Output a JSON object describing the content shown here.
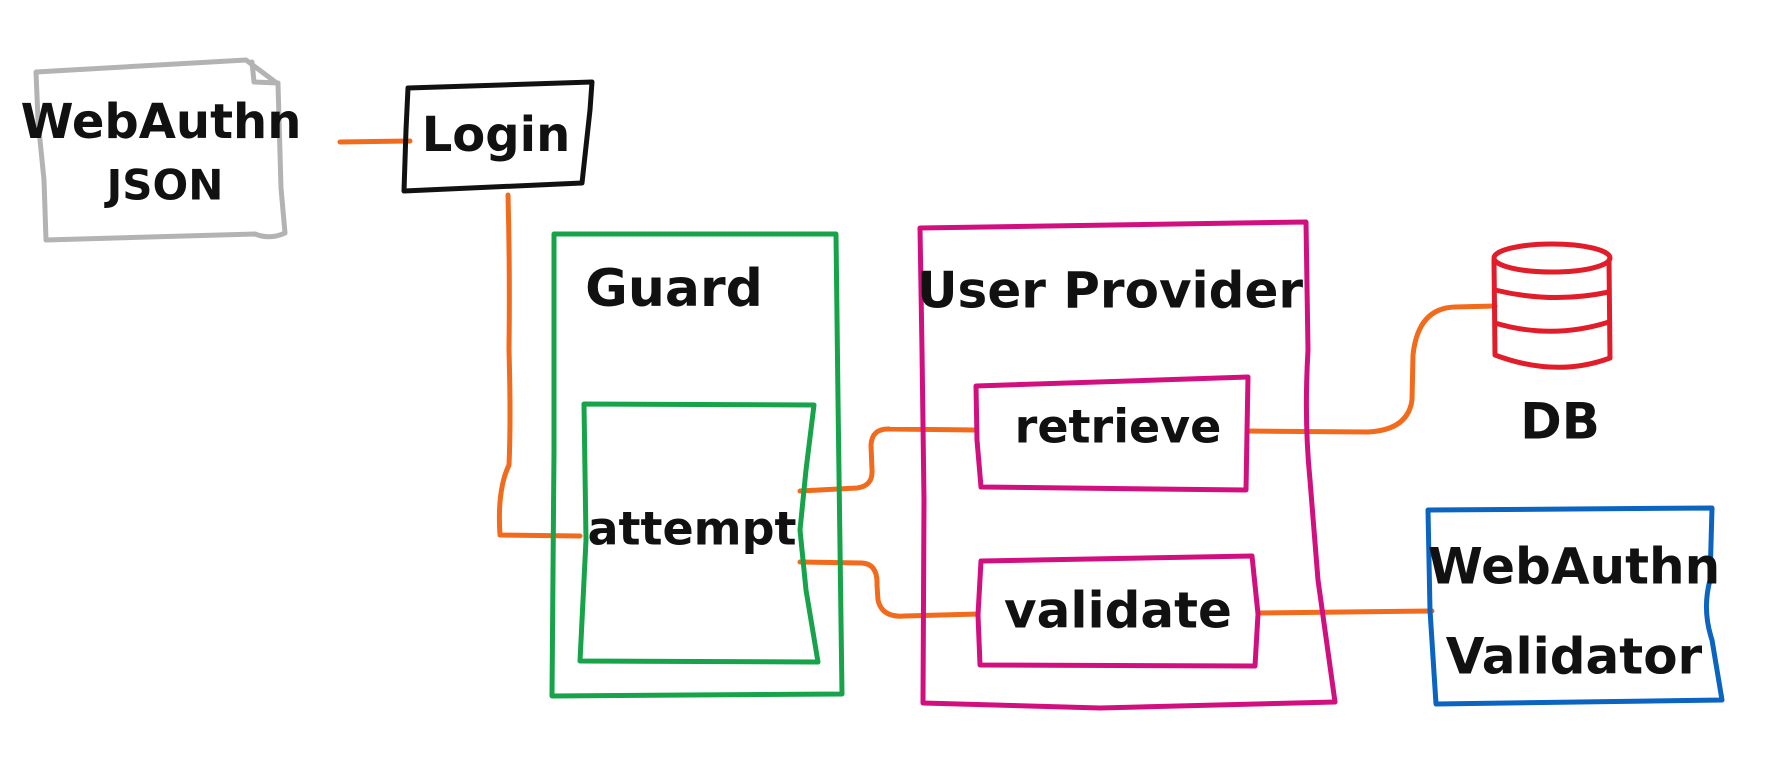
{
  "colors": {
    "json_doc": "#b3b3b3",
    "login": "#111111",
    "guard": "#16a34a",
    "user_provider": "#d10f7f",
    "db": "#e11d2a",
    "validator": "#0a64c0",
    "connector": "#f26a1b",
    "text": "#111111"
  },
  "nodes": {
    "webauthn_json": {
      "line1": "WebAuthn",
      "line2": "JSON"
    },
    "login": {
      "label": "Login"
    },
    "guard": {
      "label": "Guard"
    },
    "attempt": {
      "label": "attempt"
    },
    "user_provider": {
      "label": "User Provider"
    },
    "retrieve": {
      "label": "retrieve"
    },
    "validate": {
      "label": "validate"
    },
    "db": {
      "label": "DB"
    },
    "webauthn_validator": {
      "line1": "WebAuthn",
      "line2": "Validator"
    }
  }
}
